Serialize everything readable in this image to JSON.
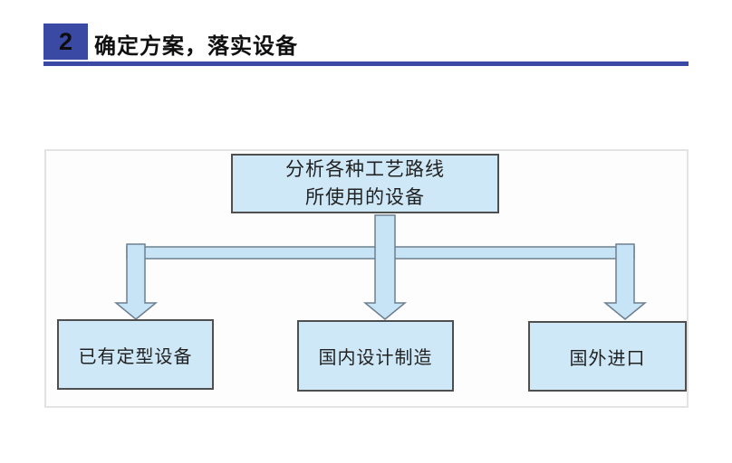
{
  "header": {
    "section_number": "2",
    "title": "确定方案，落实设备",
    "accent_color": "#3a4aa4",
    "title_color": "#101010"
  },
  "diagram": {
    "top_box": {
      "line1": "分析各种工艺路线",
      "line2": "所使用的设备"
    },
    "bottom_boxes": [
      {
        "label": "已有定型设备"
      },
      {
        "label": "国内设计制造"
      },
      {
        "label": "国外进口"
      }
    ],
    "node_fill": "#cfe8f7",
    "node_border": "#4f4f4f",
    "arrow_fill": "#c7e4f6",
    "arrow_border": "#6d7f8e",
    "container_border": "#e3e3e3",
    "container_fill": "#fdfdfd"
  }
}
